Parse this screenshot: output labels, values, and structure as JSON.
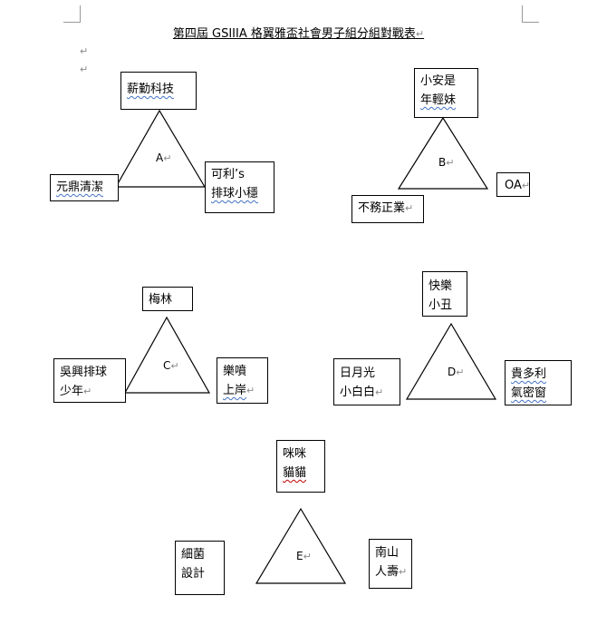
{
  "document": {
    "title": "第四屆 GSIIIA 格翼雅盃社會男子組分組對戰表",
    "paragraph_mark": "↵"
  },
  "groups": [
    {
      "id": "A",
      "label": "A",
      "teams": [
        {
          "line1": "薪勤科技",
          "line2": ""
        },
        {
          "line1": "元鼎清潔",
          "line2": ""
        },
        {
          "line1": "可利’s",
          "line2": "排球小穩"
        }
      ]
    },
    {
      "id": "B",
      "label": "B",
      "teams": [
        {
          "line1": "小安是",
          "line2": "年輕妹"
        },
        {
          "line1": "不務正業",
          "line2": ""
        },
        {
          "line1": "OA",
          "line2": ""
        }
      ]
    },
    {
      "id": "C",
      "label": "C",
      "teams": [
        {
          "line1": "梅林",
          "line2": ""
        },
        {
          "line1": "吳興排球",
          "line2": "少年"
        },
        {
          "line1": "樂噴",
          "line2": "上岸"
        }
      ]
    },
    {
      "id": "D",
      "label": "D",
      "teams": [
        {
          "line1": "快樂",
          "line2": "小丑"
        },
        {
          "line1": "日月光",
          "line2": "小白白"
        },
        {
          "line1": "貴多利",
          "line2": "氣密窗"
        }
      ]
    },
    {
      "id": "E",
      "label": "E",
      "teams": [
        {
          "line1": "咪咪",
          "line2": "貓貓"
        },
        {
          "line1": "細菌",
          "line2": "設計"
        },
        {
          "line1": "南山",
          "line2": "人壽"
        }
      ]
    }
  ]
}
